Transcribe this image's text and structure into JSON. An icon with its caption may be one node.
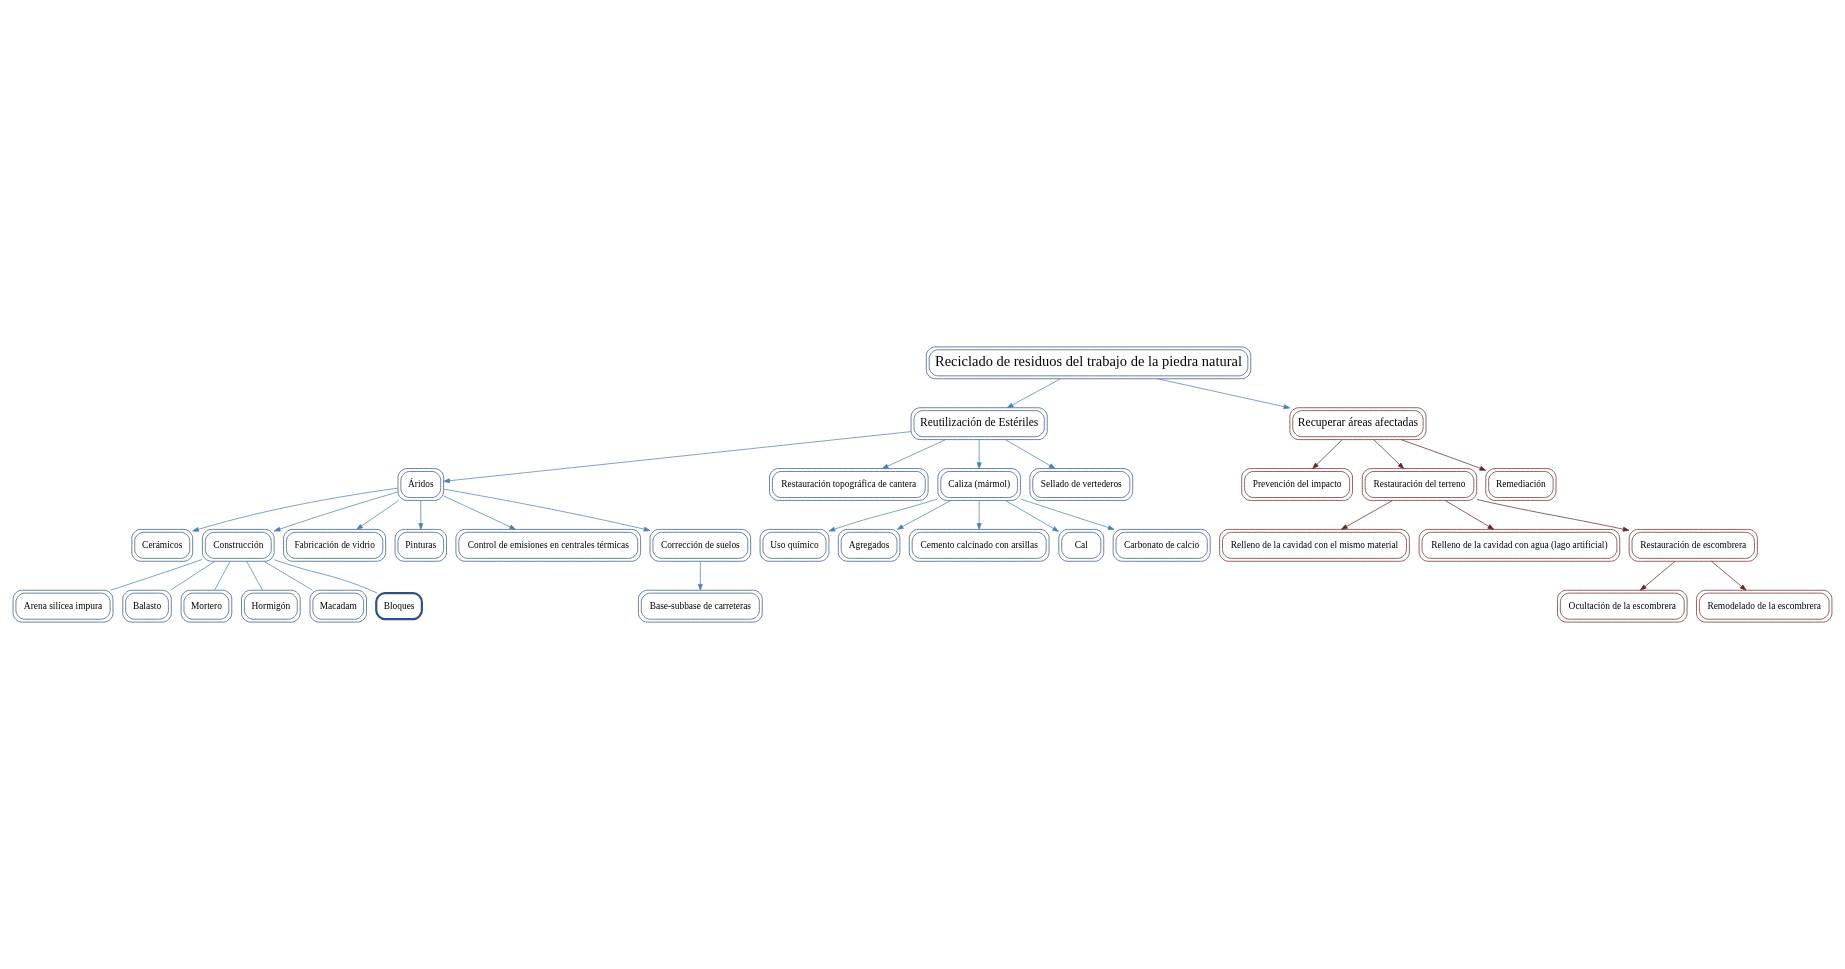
{
  "diagram": {
    "nodes": [
      {
        "text": [
          "Reciclado de residuos del trabajo de la piedra natural"
        ]
      },
      {
        "text": [
          "Reutilización de Estériles"
        ]
      },
      {
        "text": [
          "Recuperar áreas afectadas"
        ]
      },
      {
        "text": [
          "Áridos"
        ]
      },
      {
        "text": [
          "Restauración topográfica de cantera"
        ]
      },
      {
        "text": [
          "Caliza (mármol)"
        ]
      },
      {
        "text": [
          "Sellado de vertederos"
        ]
      },
      {
        "text": [
          "Prevención del impacto"
        ]
      },
      {
        "text": [
          "Restauración del terreno"
        ]
      },
      {
        "text": [
          "Remediación"
        ]
      },
      {
        "text": [
          "Cerámicos"
        ]
      },
      {
        "text": [
          "Construcción"
        ]
      },
      {
        "text": [
          "Fabricación de vidrio"
        ]
      },
      {
        "text": [
          "Pinturas"
        ]
      },
      {
        "text": [
          "Control de emisiones en centrales térmicas"
        ]
      },
      {
        "text": [
          "Corrección de suelos"
        ]
      },
      {
        "text": [
          "Arena silícea impura"
        ]
      },
      {
        "text": [
          "Balasto"
        ]
      },
      {
        "text": [
          "Mortero"
        ]
      },
      {
        "text": [
          "Hormigón"
        ]
      },
      {
        "text": [
          "Macadam"
        ]
      },
      {
        "text": [
          "Bloques"
        ]
      },
      {
        "text": [
          "Base-subbase de carreteras"
        ]
      },
      {
        "text": [
          "Uso químico"
        ]
      },
      {
        "text": [
          "Agregados"
        ]
      },
      {
        "text": [
          "Cemento calcinado con arsillas"
        ]
      },
      {
        "text": [
          "Cal"
        ]
      },
      {
        "text": [
          "Carbonato de calcio"
        ]
      },
      {
        "text": [
          "Relleno de la cavidad con el mismo material"
        ]
      },
      {
        "text": [
          "Relleno de la cavidad con agua (lago artificial)"
        ]
      },
      {
        "text": [
          "Restauración de escombrera"
        ]
      },
      {
        "text": [
          "Ocultación de la escombrera"
        ]
      },
      {
        "text": [
          "Remodelado de la escombrera"
        ]
      }
    ],
    "edges": [
      {
        "from": 0,
        "to": 1,
        "arrow": "to"
      },
      {
        "from": 0,
        "to": 2,
        "arrow": "to"
      },
      {
        "from": 1,
        "to": 3,
        "arrow": "to"
      },
      {
        "from": 1,
        "to": 4,
        "arrow": "to"
      },
      {
        "from": 1,
        "to": 5,
        "arrow": "to"
      },
      {
        "from": 1,
        "to": 6,
        "arrow": "to"
      },
      {
        "from": 2,
        "to": 7,
        "arrow": "to",
        "color": "#6b2222"
      },
      {
        "from": 2,
        "to": 8,
        "arrow": "to",
        "color": "#6b2222"
      },
      {
        "from": 2,
        "to": 9,
        "arrow": "to",
        "color": "#6b2222"
      },
      {
        "from": 3,
        "to": 10,
        "arrow": "to"
      },
      {
        "from": 3,
        "to": 11,
        "arrow": "to"
      },
      {
        "from": 3,
        "to": 12,
        "arrow": "to"
      },
      {
        "from": 3,
        "to": 13,
        "arrow": "to"
      },
      {
        "from": 3,
        "to": 14,
        "arrow": "to"
      },
      {
        "from": 3,
        "to": 15,
        "arrow": "to"
      },
      {
        "from": 11,
        "to": 16,
        "arrow": "none"
      },
      {
        "from": 11,
        "to": 17,
        "arrow": "none"
      },
      {
        "from": 11,
        "to": 18,
        "arrow": "none"
      },
      {
        "from": 11,
        "to": 19,
        "arrow": "none"
      },
      {
        "from": 11,
        "to": 20,
        "arrow": "none"
      },
      {
        "from": 11,
        "to": 21,
        "arrow": "none"
      },
      {
        "from": 15,
        "to": 22,
        "arrow": "to"
      },
      {
        "from": 5,
        "to": 23,
        "arrow": "to"
      },
      {
        "from": 5,
        "to": 24,
        "arrow": "to"
      },
      {
        "from": 5,
        "to": 25,
        "arrow": "to"
      },
      {
        "from": 5,
        "to": 26,
        "arrow": "to"
      },
      {
        "from": 5,
        "to": 27,
        "arrow": "to"
      },
      {
        "from": 8,
        "to": 28,
        "arrow": "to",
        "color": "#6b2222"
      },
      {
        "from": 8,
        "to": 29,
        "arrow": "to",
        "color": "#6b2222"
      },
      {
        "from": 8,
        "to": 30,
        "arrow": "to",
        "color": "#6b2222"
      },
      {
        "from": 30,
        "to": 31,
        "arrow": "to",
        "color": "#6b2222"
      },
      {
        "from": 30,
        "to": 32,
        "arrow": "to",
        "color": "#6b2222"
      }
    ]
  }
}
